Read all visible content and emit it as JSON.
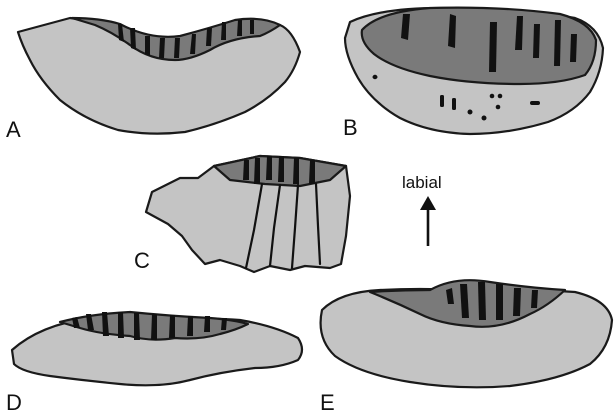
{
  "panels": [
    {
      "id": "A",
      "label": "A"
    },
    {
      "id": "B",
      "label": "B"
    },
    {
      "id": "C",
      "label": "C"
    },
    {
      "id": "D",
      "label": "D"
    },
    {
      "id": "E",
      "label": "E"
    }
  ],
  "orientation": {
    "label": "labial"
  },
  "colors": {
    "background": "#ffffff",
    "bone_fill": "#c4c4c4",
    "dentine_fill": "#7a7a7a",
    "marks": "#111111",
    "outline": "#1a1a1a"
  }
}
